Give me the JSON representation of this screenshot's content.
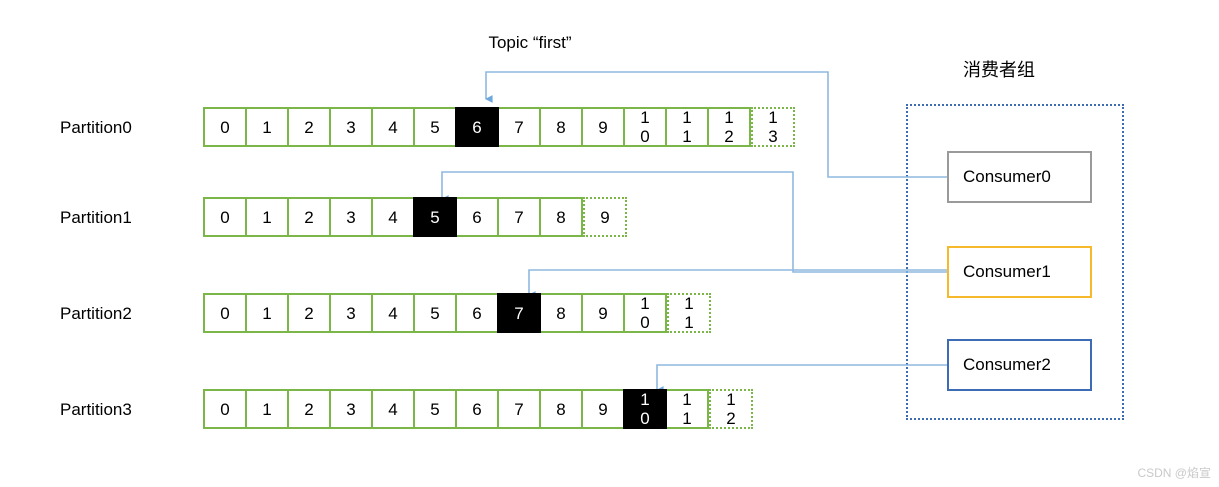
{
  "topic": {
    "title": "Topic “first”"
  },
  "consumer_group": {
    "title": "消费者组",
    "box_border_color": "#3e6cb4",
    "consumers": [
      {
        "label": "Consumer0",
        "border_color": "#9a9a9a"
      },
      {
        "label": "Consumer1",
        "border_color": "#f5b92b"
      },
      {
        "label": "Consumer2",
        "border_color": "#3e6cb4"
      }
    ]
  },
  "partitions": [
    {
      "label": "Partition0",
      "cells": [
        "0",
        "1",
        "2",
        "3",
        "4",
        "5",
        "6",
        "7",
        "8",
        "9",
        "10",
        "11",
        "12",
        "13"
      ],
      "current_offset_index": 6,
      "future_from_index": 13,
      "assigned_consumer": "Consumer0"
    },
    {
      "label": "Partition1",
      "cells": [
        "0",
        "1",
        "2",
        "3",
        "4",
        "5",
        "6",
        "7",
        "8",
        "9"
      ],
      "current_offset_index": 5,
      "future_from_index": 9,
      "assigned_consumer": "Consumer1"
    },
    {
      "label": "Partition2",
      "cells": [
        "0",
        "1",
        "2",
        "3",
        "4",
        "5",
        "6",
        "7",
        "8",
        "9",
        "10",
        "11"
      ],
      "current_offset_index": 7,
      "future_from_index": 11,
      "assigned_consumer": "Consumer1"
    },
    {
      "label": "Partition3",
      "cells": [
        "0",
        "1",
        "2",
        "3",
        "4",
        "5",
        "6",
        "7",
        "8",
        "9",
        "10",
        "11",
        "12"
      ],
      "current_offset_index": 10,
      "future_from_index": 12,
      "assigned_consumer": "Consumer2"
    }
  ],
  "colors": {
    "cell_border": "#7ab648",
    "current_cell": "#000000",
    "connector": "#8fb8e0"
  },
  "watermark": "CSDN @焰宣"
}
